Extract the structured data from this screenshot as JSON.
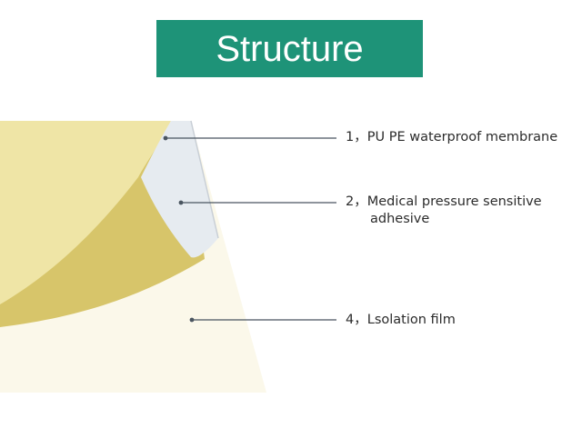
{
  "title": "Structure",
  "colors": {
    "banner": "#1e9378",
    "layer_top": "#efe5a6",
    "layer_adhesive_edge": "#e6ebf0",
    "layer_middle": "#d7c56a",
    "layer_bottom": "#fbf8ea",
    "leader_line": "#4a5560"
  },
  "layers": [
    {
      "number": "1，",
      "name": "PU PE waterproof membrane",
      "name_line2": ""
    },
    {
      "number": "2，",
      "name": "Medical pressure sensitive",
      "name_line2": "adhesive"
    },
    {
      "number": "4，",
      "name": "Lsolation film",
      "name_line2": ""
    }
  ]
}
